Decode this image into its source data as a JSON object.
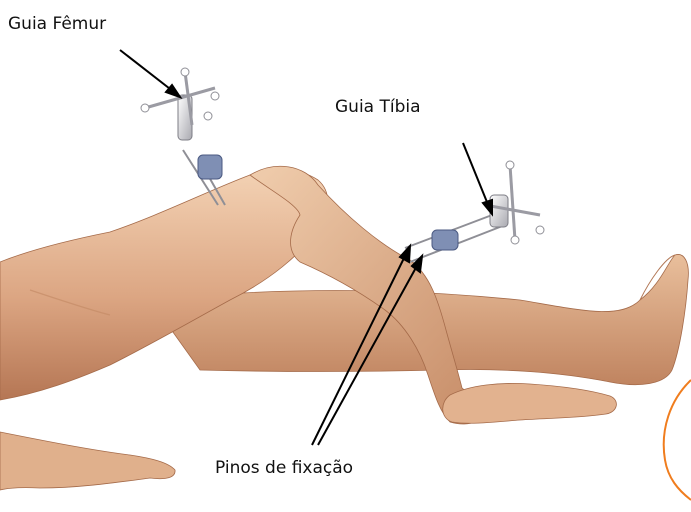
{
  "labels": {
    "femur_guide": "Guia Fêmur",
    "tibia_guide": "Guia Tíbia",
    "fixation_pins": "Pinos de fixação"
  },
  "colors": {
    "skin_light": "#efc9a6",
    "skin_mid": "#d9a37d",
    "skin_dark": "#b97c58",
    "device_metal": "#e6e6e8",
    "device_shadow": "#9a9aa0",
    "device_block": "#7f8fb4",
    "arrow": "#000000",
    "accent_arc": "#f07d1e"
  },
  "icons": {
    "femur_tracker": "optical-tracker-icon",
    "tibia_tracker": "optical-tracker-icon",
    "clamp": "pin-clamp-icon"
  }
}
